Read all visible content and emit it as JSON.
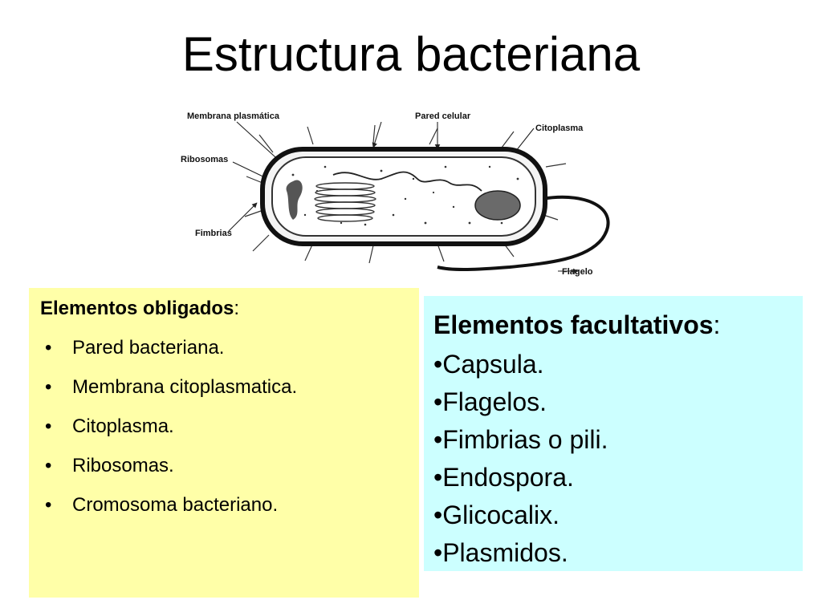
{
  "title": "Estructura bacteriana",
  "diagram": {
    "labels": {
      "membrana": "Membrana plasmática",
      "pared": "Pared celular",
      "citoplasma": "Citoplasma",
      "ribosomas": "Ribosomas",
      "fimbrias": "Fimbrias",
      "flagelo": "Flagelo"
    }
  },
  "obligados": {
    "heading": "Elementos obligados",
    "items": [
      "Pared bacteriana.",
      "Membrana citoplasmatica.",
      "Citoplasma.",
      "Ribosomas.",
      "Cromosoma bacteriano."
    ]
  },
  "facultativos": {
    "heading": "Elementos facultativos",
    "items": [
      "Capsula.",
      "Flagelos.",
      "Fimbrias o pili.",
      "Endospora.",
      "Glicocalix.",
      "Plasmidos."
    ]
  },
  "colors": {
    "yellow_box": "#ffffa8",
    "cyan_box": "#ccffff"
  }
}
